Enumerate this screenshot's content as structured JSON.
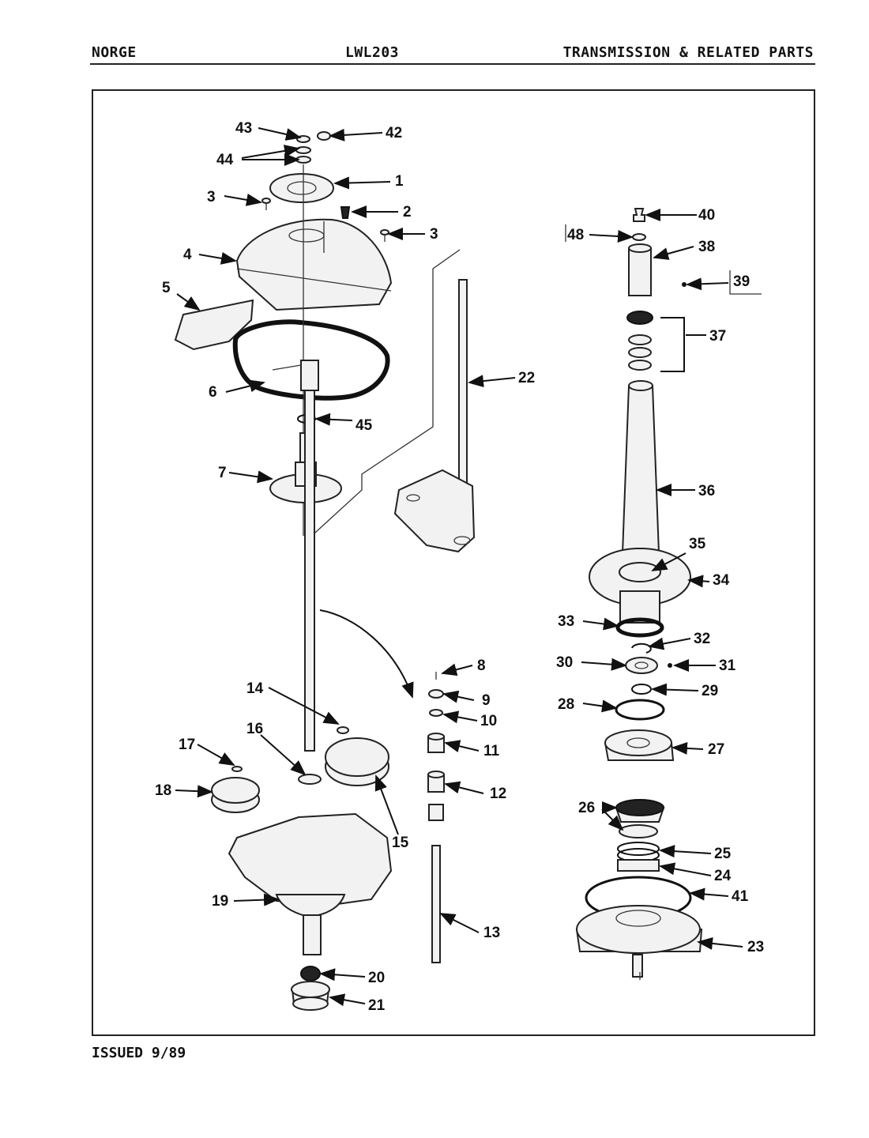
{
  "header": {
    "brand": "NORGE",
    "model": "LWL203",
    "section": "TRANSMISSION & RELATED PARTS"
  },
  "footer": {
    "issued": "ISSUED 9/89"
  },
  "callouts": [
    "1",
    "2",
    "3",
    "3",
    "4",
    "5",
    "6",
    "7",
    "8",
    "9",
    "10",
    "11",
    "12",
    "13",
    "14",
    "15",
    "16",
    "17",
    "18",
    "19",
    "20",
    "21",
    "22",
    "23",
    "24",
    "25",
    "26",
    "27",
    "28",
    "29",
    "30",
    "31",
    "32",
    "33",
    "34",
    "35",
    "36",
    "37",
    "38",
    "39",
    "40",
    "41",
    "42",
    "43",
    "44",
    "45",
    "48"
  ]
}
